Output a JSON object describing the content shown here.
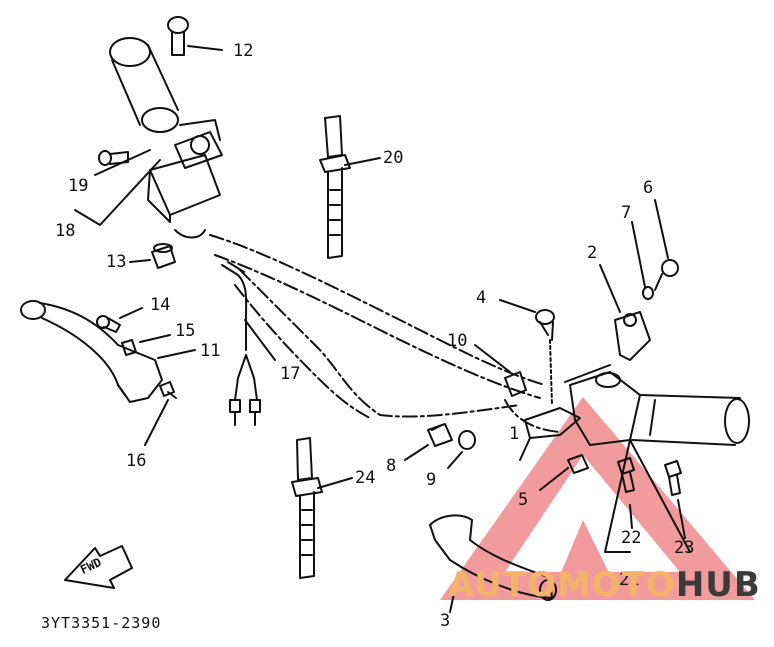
{
  "diagram": {
    "part_code": "3YT3351-2390",
    "direction_tag": "FWD",
    "callouts": [
      {
        "id": "c1",
        "text": "1"
      },
      {
        "id": "c2",
        "text": "2"
      },
      {
        "id": "c3",
        "text": "3"
      },
      {
        "id": "c4",
        "text": "4"
      },
      {
        "id": "c5",
        "text": "5"
      },
      {
        "id": "c6",
        "text": "6"
      },
      {
        "id": "c7",
        "text": "7"
      },
      {
        "id": "c8",
        "text": "8"
      },
      {
        "id": "c9",
        "text": "9"
      },
      {
        "id": "c10",
        "text": "10"
      },
      {
        "id": "c11",
        "text": "11"
      },
      {
        "id": "c12",
        "text": "12"
      },
      {
        "id": "c13",
        "text": "13"
      },
      {
        "id": "c14",
        "text": "14"
      },
      {
        "id": "c15",
        "text": "15"
      },
      {
        "id": "c16",
        "text": "16"
      },
      {
        "id": "c17",
        "text": "17"
      },
      {
        "id": "c18",
        "text": "18"
      },
      {
        "id": "c19",
        "text": "19"
      },
      {
        "id": "c20",
        "text": "20"
      },
      {
        "id": "c21",
        "text": "21"
      },
      {
        "id": "c22",
        "text": "22"
      },
      {
        "id": "c23",
        "text": "23"
      },
      {
        "id": "c24",
        "text": "24"
      }
    ]
  },
  "watermark": {
    "part1": "AUTOMOTO",
    "part2": "HUB",
    "colors": {
      "triangle": "#e8494a",
      "text_light": "#f3b46a",
      "text_dark": "#3b3b3b"
    }
  }
}
